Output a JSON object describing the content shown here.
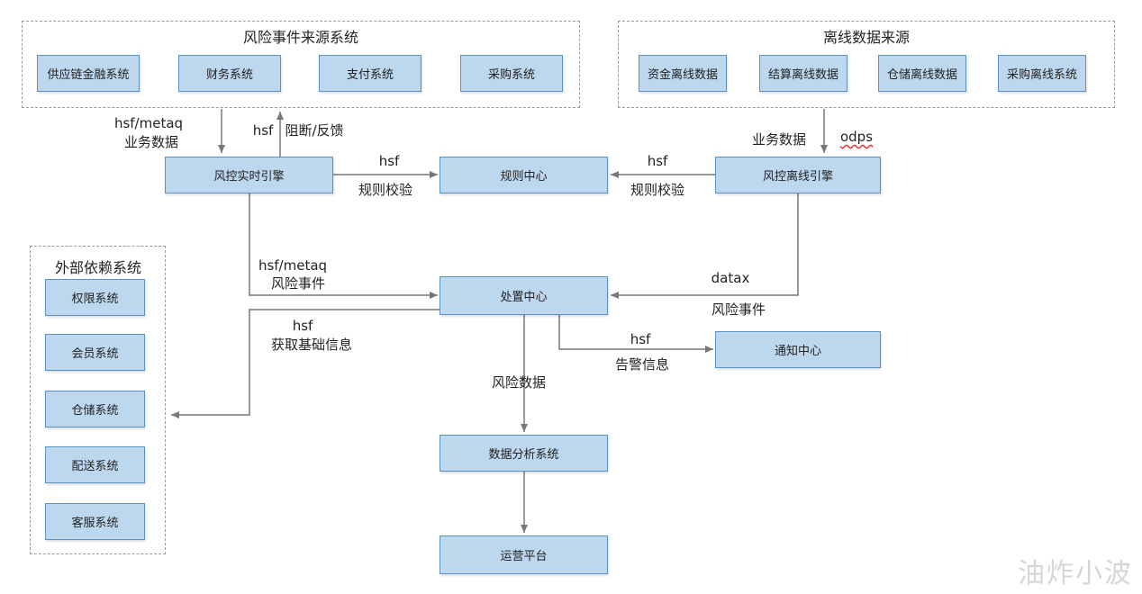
{
  "groups": {
    "source": {
      "title": "风险事件来源系统",
      "items": [
        "供应链金融系统",
        "财务系统",
        "支付系统",
        "采购系统"
      ]
    },
    "offline": {
      "title": "离线数据来源",
      "items": [
        "资金离线数据",
        "结算离线数据",
        "仓储离线数据",
        "采购离线系统"
      ]
    },
    "external": {
      "title": "外部依赖系统",
      "items": [
        "权限系统",
        "会员系统",
        "仓储系统",
        "配送系统",
        "客服系统"
      ]
    }
  },
  "nodes": {
    "realtime": "风控实时引擎",
    "rules": "规则中心",
    "offline_engine": "风控离线引擎",
    "handling": "处置中心",
    "notify": "通知中心",
    "analysis": "数据分析系统",
    "ops": "运营平台"
  },
  "labels": {
    "hsf_metaq_1": "hsf/metaq",
    "biz_data_1": "业务数据",
    "hsf_block": "hsf",
    "block_feedback": "阻断/反馈",
    "biz_data_2": "业务数据",
    "odps": "odps",
    "hsf_rules_left": "hsf",
    "rule_check_left": "规则校验",
    "hsf_rules_right": "hsf",
    "rule_check_right": "规则校验",
    "hsf_metaq_2": "hsf/metaq",
    "risk_event_1": "风险事件",
    "datax": "datax",
    "risk_event_2": "风险事件",
    "hsf_base": "hsf",
    "get_base_info": "获取基础信息",
    "hsf_alert": "hsf",
    "alert_info": "告警信息",
    "risk_data": "风险数据"
  },
  "watermark": "油炸小波",
  "colors": {
    "box_fill": "#bcd7ee",
    "box_border": "#5b92c4",
    "line": "#777777"
  }
}
